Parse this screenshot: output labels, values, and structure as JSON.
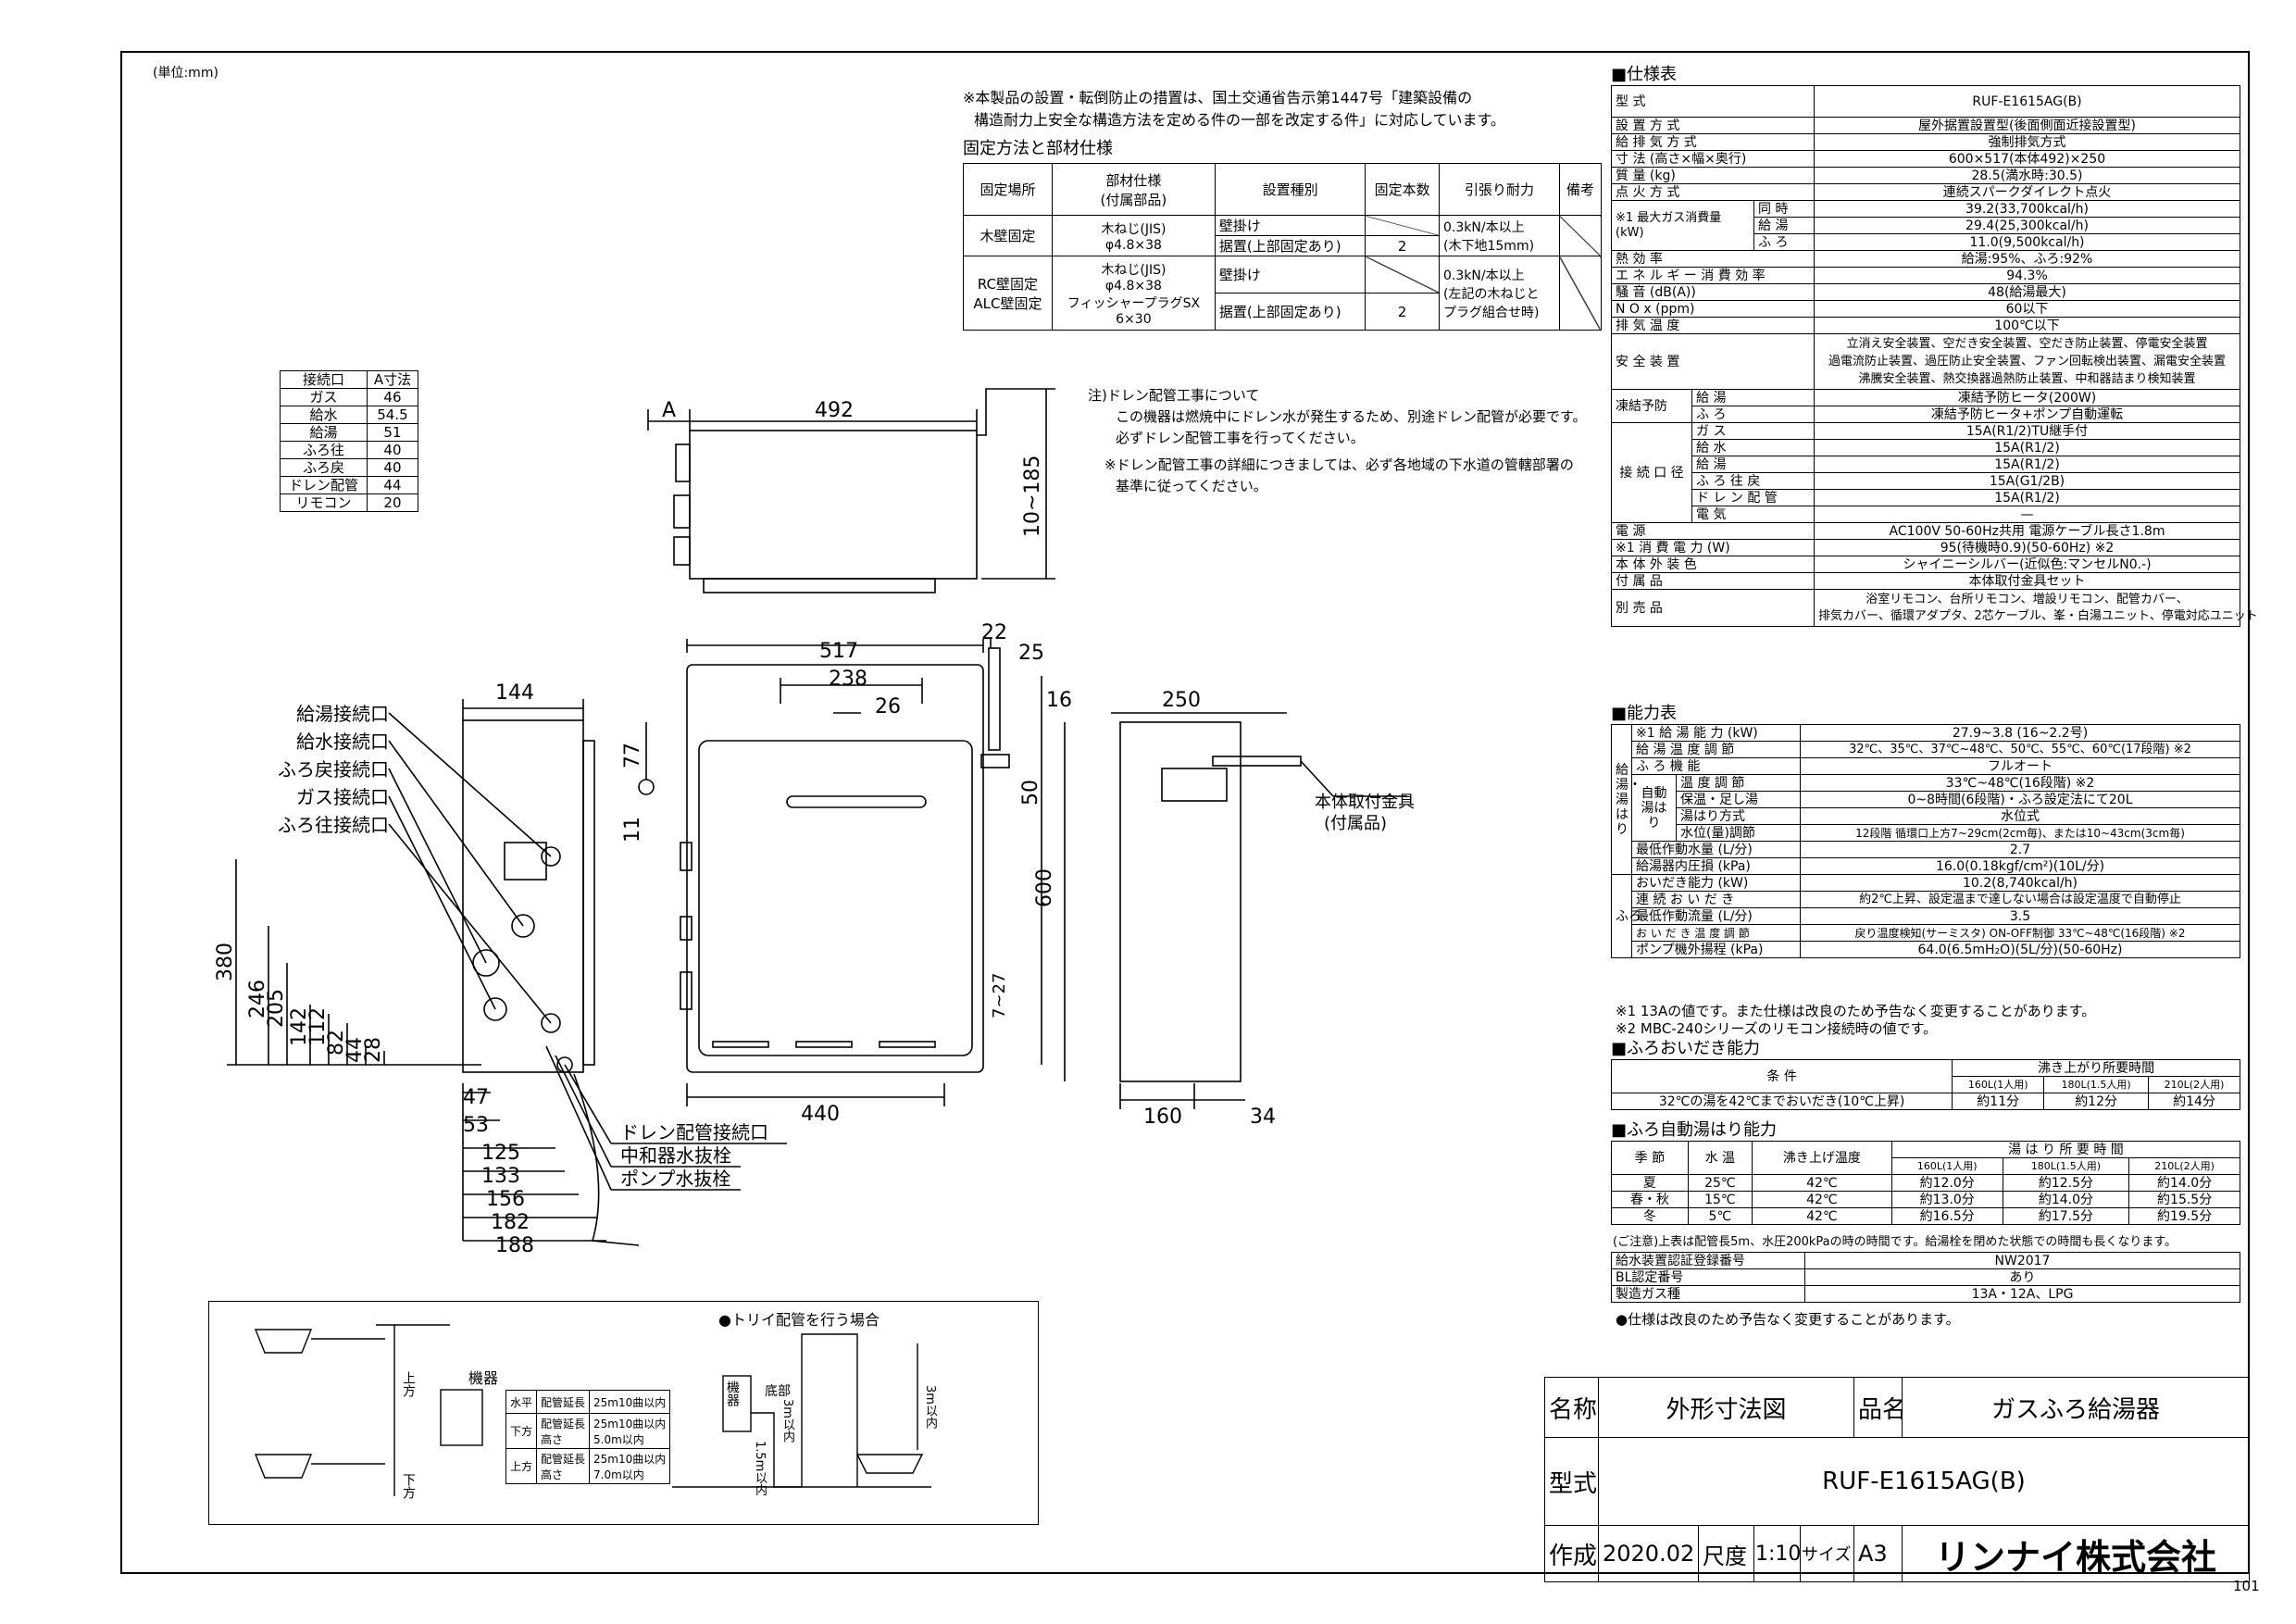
{
  "unit_note": "(単位:mm)",
  "notice": [
    "※本製品の設置・転倒防止の措置は、国土交通省告示第1447号「建築設備の",
    "構造耐力上安全な構造方法を定める件の一部を改定する件」に対応しています。"
  ],
  "fixing_title": "固定方法と部材仕様",
  "fixing_headers": [
    "固定場所",
    "部材仕様\n(付属部品)",
    "設置種別",
    "固定本数",
    "引張り耐力",
    "備考"
  ],
  "fixing_rows": [
    {
      "place": "木壁固定",
      "material": "木ねじ(JIS)\nφ4.8×38",
      "types": [
        "壁掛け",
        "据置(上部固定あり)"
      ],
      "count": "2",
      "strength": "0.3kN/本以上\n(木下地15mm)"
    },
    {
      "place": "RC壁固定\nALC壁固定",
      "material": "木ねじ(JIS)\nφ4.8×38\nフィッシャープラグSX\n6×30",
      "types": [
        "壁掛け",
        "据置(上部固定あり)"
      ],
      "count": "2",
      "strength": "0.3kN/本以上\n(左記の木ねじと\nプラグ組合せ時)"
    }
  ],
  "dim_table": {
    "headers": [
      "接続口",
      "A寸法"
    ],
    "rows": [
      [
        "ガス",
        "46"
      ],
      [
        "給水",
        "54.5"
      ],
      [
        "給湯",
        "51"
      ],
      [
        "ふろ往",
        "40"
      ],
      [
        "ふろ戻",
        "40"
      ],
      [
        "ドレン配管",
        "44"
      ],
      [
        "リモコン",
        "20"
      ]
    ]
  },
  "drain_note": [
    "注)ドレン配管工事について",
    "この機器は燃焼中にドレン水が発生するため、別途ドレン配管が必要です。",
    "必ずドレン配管工事を行ってください。",
    "※ドレン配管工事の詳細につきましては、必ず各地域の下水道の管轄部署の",
    "基準に従ってください。"
  ],
  "connection_labels": [
    "給湯接続口",
    "給水接続口",
    "ふろ戻接続口",
    "ガス接続口",
    "ふろ往接続口"
  ],
  "bottom_labels": [
    "ドレン配管接続口",
    "中和器水抜栓",
    "ポンプ水抜栓"
  ],
  "mount_label": [
    "本体取付金具",
    "(付属品)"
  ],
  "dims": {
    "top_width": "492",
    "top_a": "A",
    "top_h": "10~185",
    "front_w": "517",
    "front_238": "238",
    "front_26": "26",
    "front_22": "22",
    "front_25": "25",
    "front_77": "77",
    "front_11": "11",
    "front_50": "50",
    "front_600": "600",
    "front_7_27": "7~27",
    "front_440": "440",
    "side_16": "16",
    "side_250": "250",
    "side_160": "160",
    "side_34": "34",
    "left_144": "144",
    "left_v": [
      "380",
      "246",
      "205",
      "142",
      "112",
      "82",
      "44",
      "28"
    ],
    "left_h": [
      "47",
      "53",
      "125",
      "133",
      "156",
      "182",
      "188"
    ]
  },
  "spec_title": "■仕様表",
  "spec_rows": [
    [
      "型 式",
      "RUF-E1615AG(B)"
    ],
    [
      "設 置 方 式",
      "屋外据置設置型(後面側面近接設置型)"
    ],
    [
      "給 排 気 方 式",
      "強制排気方式"
    ],
    [
      "寸 法 (高さ×幅×奥行)",
      "600×517(本体492)×250"
    ],
    [
      "質 量 (kg)",
      "28.5(満水時:30.5)"
    ],
    [
      "点 火 方 式",
      "連続スパークダイレクト点火"
    ]
  ],
  "spec_gas": {
    "label": "※1 最大ガス消費量\n(kW)",
    "rows": [
      [
        "同 時",
        "39.2(33,700kcal/h)"
      ],
      [
        "給 湯",
        "29.4(25,300kcal/h)"
      ],
      [
        "ふ ろ",
        "11.0(9,500kcal/h)"
      ]
    ]
  },
  "spec_rows2": [
    [
      "熱 効 率",
      "給湯:95%、ふろ:92%"
    ],
    [
      "エ ネ ル ギ ー 消 費 効 率",
      "94.3%"
    ],
    [
      "騒 音 (dB(A))",
      "48(給湯最大)"
    ],
    [
      "N O x (ppm)",
      "60以下"
    ],
    [
      "排 気 温 度",
      "100℃以下"
    ]
  ],
  "spec_safety": {
    "label": "安 全 装 置",
    "lines": [
      "立消え安全装置、空だき安全装置、空だき防止装置、停電安全装置",
      "過電流防止装置、過圧防止安全装置、ファン回転検出装置、漏電安全装置",
      "沸騰安全装置、熱交換器過熱防止装置、中和器詰まり検知装置"
    ]
  },
  "spec_freeze": {
    "label": "凍結予防",
    "rows": [
      [
        "給 湯",
        "凍結予防ヒータ(200W)"
      ],
      [
        "ふ ろ",
        "凍結予防ヒータ+ポンプ自動運転"
      ]
    ]
  },
  "spec_conn": {
    "label": "接 続 口 径",
    "rows": [
      [
        "ガ ス",
        "15A(R1/2)TU継手付"
      ],
      [
        "給 水",
        "15A(R1/2)"
      ],
      [
        "給 湯",
        "15A(R1/2)"
      ],
      [
        "ふ ろ 往 戻",
        "15A(G1/2B)"
      ],
      [
        "ド レ ン 配 管",
        "15A(R1/2)"
      ],
      [
        "電 気",
        "—"
      ]
    ]
  },
  "spec_rows3": [
    [
      "電 源",
      "AC100V 50-60Hz共用 電源ケーブル長さ1.8m"
    ],
    [
      "※1 消 費 電 力 (W)",
      "95(待機時0.9)(50-60Hz) ※2"
    ],
    [
      "本 体 外 装 色",
      "シャイニーシルバー(近似色:マンセルN0.-)"
    ],
    [
      "付 属 品",
      "本体取付金具セット"
    ]
  ],
  "spec_sold": {
    "label": "別 売 品",
    "lines": [
      "浴室リモコン、台所リモコン、増設リモコン、配管カバー、",
      "排気カバー、循環アダプタ、2芯ケーブル、峯・白湯ユニット、停電対応ユニット"
    ]
  },
  "perf_title": "■能力表",
  "perf_kyuto_label": "給湯・湯はり",
  "perf_furo_label": "ふろ",
  "perf_rows_a": [
    [
      "※1 給 湯 能 力 (kW)",
      "27.9~3.8 (16~2.2号)"
    ],
    [
      "給 湯 温 度 調 節",
      "32℃、35℃、37℃~48℃、50℃、55℃、60℃(17段階) ※2"
    ],
    [
      "ふ ろ 機 能",
      "フルオート"
    ]
  ],
  "perf_auto": {
    "label": "自動\n湯はり",
    "rows": [
      [
        "温 度 調 節",
        "33℃~48℃(16段階) ※2"
      ],
      [
        "保温・足し湯",
        "0~8時間(6段階)・ふろ設定法にて20L"
      ],
      [
        "湯はり方式",
        "水位式"
      ],
      [
        "水位(量)調節",
        "12段階 循環口上方7~29cm(2cm毎)、または10~43cm(3cm毎)"
      ]
    ]
  },
  "perf_rows_b": [
    [
      "最低作動水量 (L/分)",
      "2.7"
    ],
    [
      "給湯器内圧損 (kPa)",
      "16.0(0.18kgf/cm²)(10L/分)"
    ]
  ],
  "perf_rows_c": [
    [
      "おいだき能力 (kW)",
      "10.2(8,740kcal/h)"
    ],
    [
      "連 続 お い だ き",
      "約2℃上昇、設定温まで達しない場合は設定温度で自動停止"
    ],
    [
      "最低作動流量 (L/分)",
      "3.5"
    ],
    [
      "お い だ き 温 度 調 節",
      "戻り温度検知(サーミスタ) ON-OFF制御 33℃~48℃(16段階) ※2"
    ],
    [
      "ポンプ機外揚程 (kPa)",
      "64.0(6.5mH₂O)(5L/分)(50-60Hz)"
    ]
  ],
  "footnotes": [
    "※1 13Aの値です。また仕様は改良のため予告なく変更することがあります。",
    "※2 MBC-240シリーズのリモコン接続時の値です。"
  ],
  "reheat_title": "■ふろおいだき能力",
  "reheat": {
    "cond_label": "条 件",
    "time_label": "沸き上がり所要時間",
    "cols": [
      "160L(1人用)",
      "180L(1.5人用)",
      "210L(2人用)"
    ],
    "cond": "32℃の湯を42℃までおいだき(10℃上昇)",
    "vals": [
      "約11分",
      "約12分",
      "約14分"
    ]
  },
  "fill_title": "■ふろ自動湯はり能力",
  "fill": {
    "headers": [
      "季 節",
      "水 温",
      "沸き上げ温度",
      "湯 は り 所 要 時 間"
    ],
    "cols": [
      "160L(1人用)",
      "180L(1.5人用)",
      "210L(2人用)"
    ],
    "rows": [
      [
        "夏",
        "25℃",
        "42℃",
        "約12.0分",
        "約12.5分",
        "約14.0分"
      ],
      [
        "春・秋",
        "15℃",
        "42℃",
        "約13.0分",
        "約14.0分",
        "約15.5分"
      ],
      [
        "冬",
        "5℃",
        "42℃",
        "約16.5分",
        "約17.5分",
        "約19.5分"
      ]
    ],
    "note": "(ご注意)上表は配管長5m、水圧200kPaの時の時間です。給湯栓を閉めた状態での時間も長くなります。"
  },
  "cert_rows": [
    [
      "給水装置認証登録番号",
      "NW2017"
    ],
    [
      "BL認定番号",
      "あり"
    ],
    [
      "製造ガス種",
      "13A・12A、LPG"
    ]
  ],
  "spec_note": "●仕様は改良のため予告なく変更することがあります。",
  "inset": {
    "title": "●トリイ配管を行う場合",
    "device": "機器",
    "up": "上方",
    "down": "下方",
    "headers": [
      "",
      "",
      ""
    ],
    "rows": [
      [
        "水平",
        "配管延長",
        "25m10曲以内"
      ],
      [
        "下方",
        "配管延長\n高さ",
        "25m10曲以内\n5.0m以内"
      ],
      [
        "上方",
        "配管延長\n高さ",
        "25m10曲以内\n7.0m以内"
      ]
    ],
    "right_device": "機器",
    "bottom_label": "底部",
    "h1": "3m以内",
    "h2": "1.5m以内",
    "h3": "3m以内"
  },
  "title_block": {
    "name_label": "名称",
    "name": "外形寸法図",
    "product_label": "品名",
    "product": "ガスふろ給湯器",
    "model_label": "型式",
    "model": "RUF-E1615AG(B)",
    "made_label": "作成",
    "date": "2020.02",
    "scale_label": "尺度",
    "scale": "1:10",
    "size_label": "サイズ",
    "size": "A3",
    "company": "リンナイ株式会社"
  },
  "page_no": "101"
}
